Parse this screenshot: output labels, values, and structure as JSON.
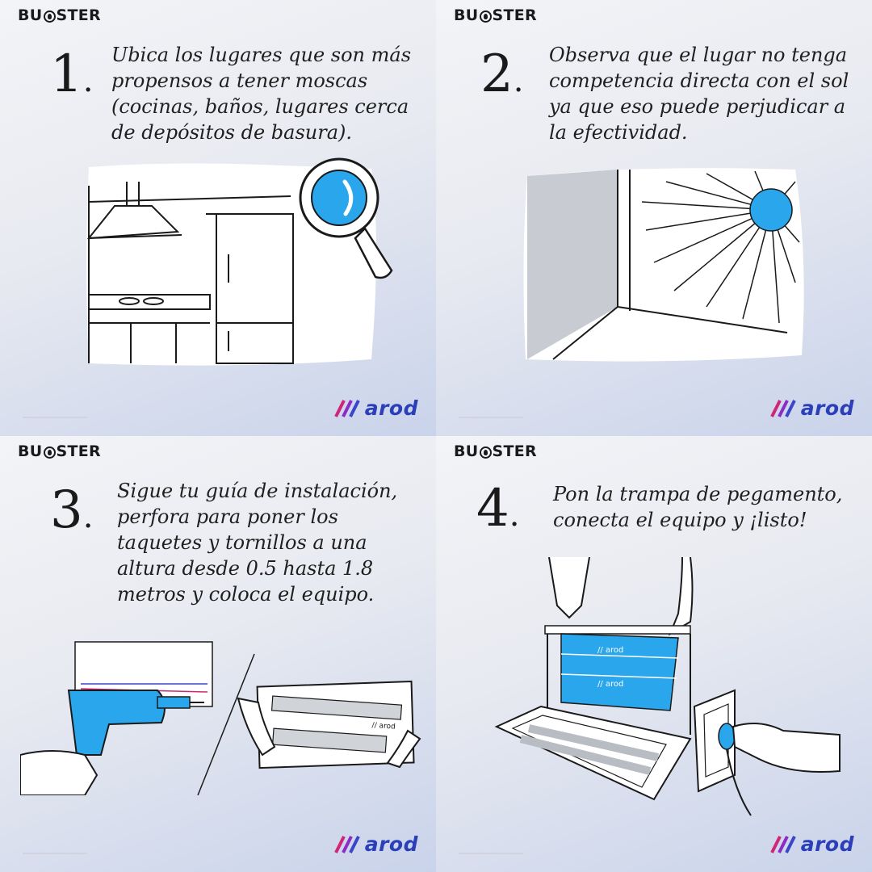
{
  "brand_name": "BUGSTER",
  "brand_parts": {
    "left": "BU",
    "right": "STER"
  },
  "partner_logo": {
    "text": "arod",
    "icon": "arod-stripes-icon",
    "color": "#2a3fb8",
    "accent": "#d0267a"
  },
  "accent_color": "#2aa7ec",
  "steps": [
    {
      "number": "1",
      "lines": [
        "Ubica los lugares que son más",
        "propensos a tener moscas",
        "(cocinas, baños, lugares cerca",
        "de depósitos de basura)."
      ],
      "illustration": "kitchen-magnifier-icon"
    },
    {
      "number": "2",
      "lines": [
        "Observa que el lugar no tenga",
        "competencia directa con el sol",
        "ya que eso puede perjudicar a",
        "la efectividad."
      ],
      "illustration": "window-sun-icon"
    },
    {
      "number": "3",
      "lines": [
        "Sigue tu guía de instalación,",
        "perfora para poner los",
        "taquetes y tornillos a una",
        "altura desde 0.5 hasta 1.8",
        "metros y coloca el equipo."
      ],
      "illustration": "drill-device-icon"
    },
    {
      "number": "4",
      "lines": [
        "Pon la trampa de pegamento,",
        "conecta el equipo y ¡listo!"
      ],
      "illustration": "glue-trap-plug-icon"
    }
  ]
}
